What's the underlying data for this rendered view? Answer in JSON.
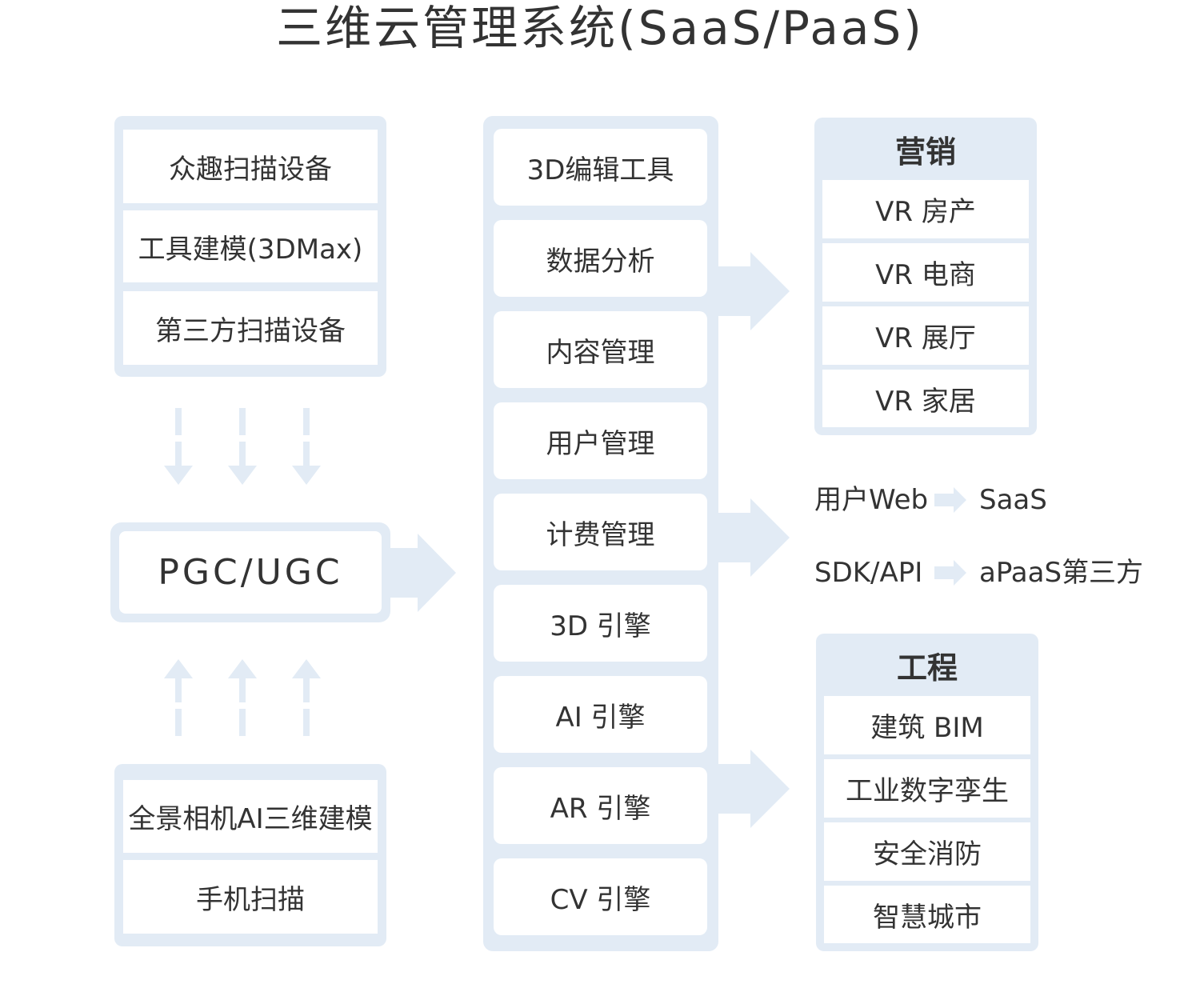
{
  "title": "三维云管理系统(SaaS/PaaS)",
  "colors": {
    "panel": "#e2ebf5",
    "arrow": "#e2ebf5",
    "text": "#333333"
  },
  "sources_top": [
    "众趣扫描设备",
    "工具建模(3DMax)",
    "第三方扫描设备"
  ],
  "center": "PGC/UGC",
  "sources_bottom": [
    "全景相机AI三维建模",
    "手机扫描"
  ],
  "modules": [
    "3D编辑工具",
    "数据分析",
    "内容管理",
    "用户管理",
    "计费管理",
    "3D 引擎",
    "AI 引擎",
    "AR 引擎",
    "CV 引擎"
  ],
  "marketing": {
    "title": "营销",
    "items": [
      "VR 房产",
      "VR 电商",
      "VR 展厅",
      "VR 家居"
    ]
  },
  "channels": [
    {
      "from": "用户Web",
      "to": "SaaS"
    },
    {
      "from": "SDK/API",
      "to": "aPaaS第三方"
    }
  ],
  "engineering": {
    "title": "工程",
    "items": [
      "建筑 BIM",
      "工业数字孪生",
      "安全消防",
      "智慧城市"
    ]
  }
}
